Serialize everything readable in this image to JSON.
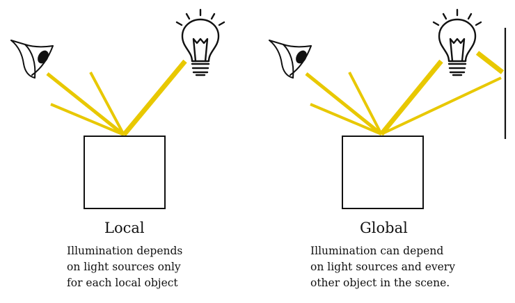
{
  "colors": {
    "light_ray": "#E8C800",
    "ink": "#111111",
    "background": "#FFFFFF"
  },
  "panels": [
    {
      "title": "Local",
      "description": [
        "Illumination depends",
        "on light sources only",
        "for each local object"
      ]
    },
    {
      "title": "Global",
      "description": [
        "Illumination can depend",
        "on light sources and every",
        "other object in the scene."
      ]
    }
  ],
  "icons": [
    "eye-icon",
    "light-bulb-icon",
    "wall"
  ]
}
